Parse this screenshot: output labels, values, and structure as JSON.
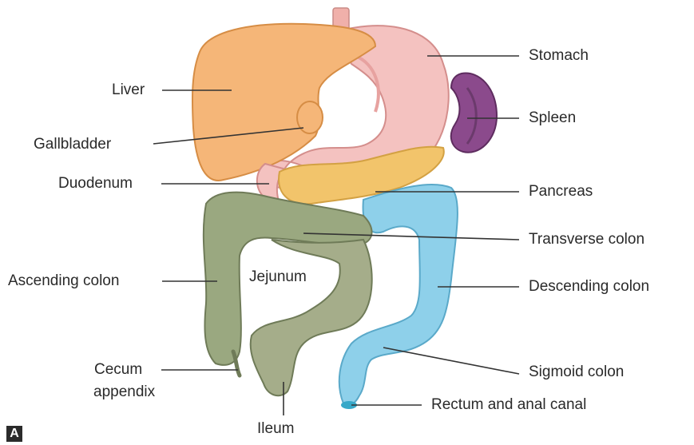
{
  "panel_letter": "A",
  "labels": {
    "liver": "Liver",
    "gallbladder": "Gallbladder",
    "duodenum": "Duodenum",
    "ascending_colon": "Ascending colon",
    "cecum_appendix": [
      "Cecum",
      "appendix"
    ],
    "ileum": "Ileum",
    "jejunum": "Jejunum",
    "stomach": "Stomach",
    "spleen": "Spleen",
    "pancreas": "Pancreas",
    "transverse_colon": "Transverse colon",
    "descending_colon": "Descending colon",
    "sigmoid_colon": "Sigmoid colon",
    "rectum": "Rectum and anal canal"
  },
  "colors": {
    "liver": "#f5b678",
    "stomach": "#f4c2c0",
    "spleen": "#8b4a8c",
    "pancreas": "#f2c46b",
    "small_intestine": "#a5ad8a",
    "colon_left": "#8ed0ea",
    "colon_large_green": "#9aa880"
  }
}
